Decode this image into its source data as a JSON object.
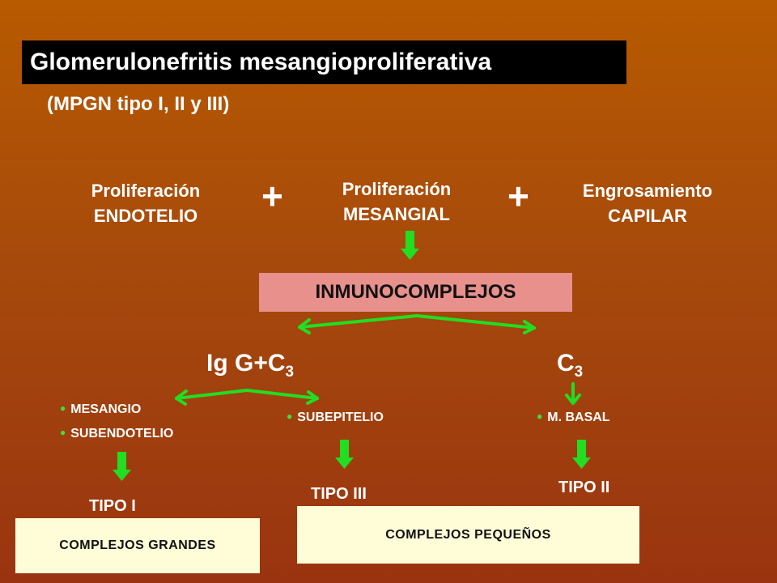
{
  "title": "Glomerulonefritis mesangioproliferativa",
  "subtitle": "(MPGN tipo I, II y III)",
  "headers": {
    "endotelio": {
      "line1": "Proliferación",
      "line2": "ENDOTELIO"
    },
    "mesangial": {
      "line1": "Proliferación",
      "line2": "MESANGIAL"
    },
    "capilar": {
      "line1": "Engrosamiento",
      "line2": "CAPILAR"
    }
  },
  "plus_sign": "+",
  "immuno_label": "INMUNOCOMPLEJOS",
  "igg": {
    "text": "Ig G+C",
    "sub": "3"
  },
  "c3": {
    "text": "C",
    "sub": "3"
  },
  "bullets": {
    "mesangio": "MESANGIO",
    "subendotelio": "SUBENDOTELIO",
    "subepitelio": "SUBEPITELIO",
    "mbasal": "M. BASAL"
  },
  "tipos": {
    "i": "TIPO I",
    "iii": "TIPO III",
    "ii": "TIPO II"
  },
  "boxes": {
    "grandes": "COMPLEJOS  GRANDES",
    "pequenos": "COMPLEJOS  PEQUEÑOS"
  },
  "colors": {
    "arrow": "#22dd22",
    "immuno_bg": "#e8908c",
    "box_bg": "#fffdd8"
  }
}
